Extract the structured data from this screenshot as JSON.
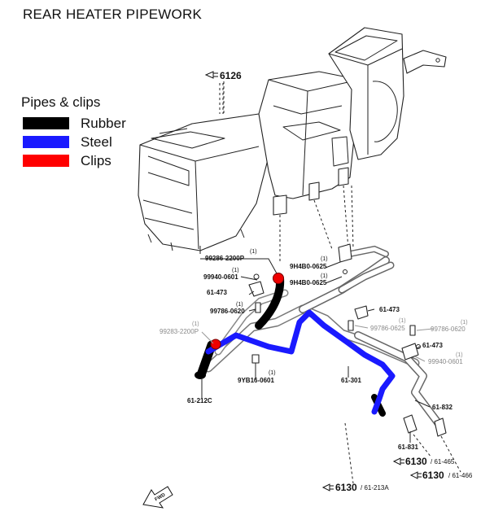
{
  "title": "REAR HEATER PIPEWORK",
  "legend": {
    "title": "Pipes & clips",
    "items": [
      {
        "label": "Rubber",
        "color": "#000000"
      },
      {
        "label": "Steel",
        "color": "#1a1aff"
      },
      {
        "label": "Clips",
        "color": "#ff0000"
      }
    ]
  },
  "refs": {
    "r6126": "6126",
    "r6130_213a": {
      "num": "6130",
      "sub": "/ 61-213A"
    },
    "r6130_465": {
      "num": "6130",
      "sub": "/ 61-465"
    },
    "r6130_466": {
      "num": "6130",
      "sub": "/ 61-466"
    }
  },
  "parts": {
    "p99286": "99286-2200P",
    "p99940a": "99940-0601",
    "p61473a": "61-473",
    "p99786a": "99786-0620",
    "p99283": "99283-2200P",
    "p9H4B0a": "9H4B0-0625",
    "p9H4B0b": "9H4B0-0625",
    "p61473b": "61-473",
    "p99786b": "99786-0625",
    "p99786c": "99786-0620",
    "p61473c": "61-473",
    "p99940b": "99940-0601",
    "p9YB16": "9YB16-0601",
    "p61301": "61-301",
    "p61212C": "61-212C",
    "p61832": "61-832",
    "p61831": "61-831"
  },
  "qty": "(1)",
  "fwd": "FWD"
}
